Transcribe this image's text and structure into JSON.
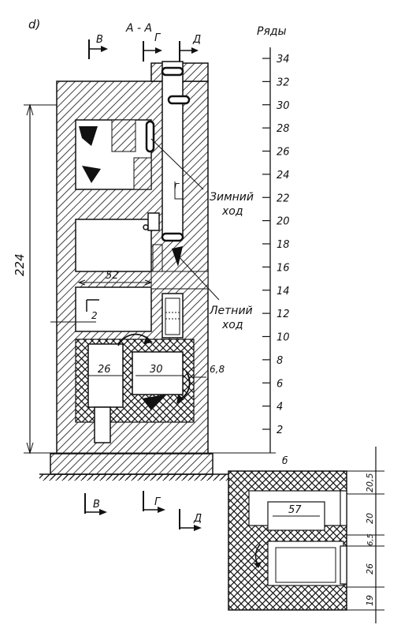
{
  "figure": {
    "panel_label": "d)",
    "section_label": "А - А",
    "cut_labels_top": [
      "В",
      "Г",
      "Д"
    ],
    "cut_labels_bottom": [
      "В",
      "Г",
      "Д"
    ],
    "height_dim": "224",
    "rows_title": "Ряды",
    "row_ticks": [
      "34",
      "32",
      "30",
      "28",
      "26",
      "24",
      "22",
      "20",
      "18",
      "16",
      "14",
      "12",
      "10",
      "8",
      "6",
      "4",
      "2"
    ],
    "row_zero": "б",
    "labels": {
      "winter_line1": "Зимний",
      "winter_line2": "ход",
      "summer_line1": "Летний",
      "summer_line2": "ход",
      "gamma_mark": "Г"
    },
    "dims": {
      "chamber": "52",
      "ledge": "2",
      "firebox": "26",
      "oven": "30",
      "side": "6,8"
    },
    "plan": {
      "dim_oven": "57",
      "dim_firebox": "26",
      "right_dims": [
        "20,5",
        "20",
        "6,5",
        "26",
        "19"
      ]
    }
  }
}
